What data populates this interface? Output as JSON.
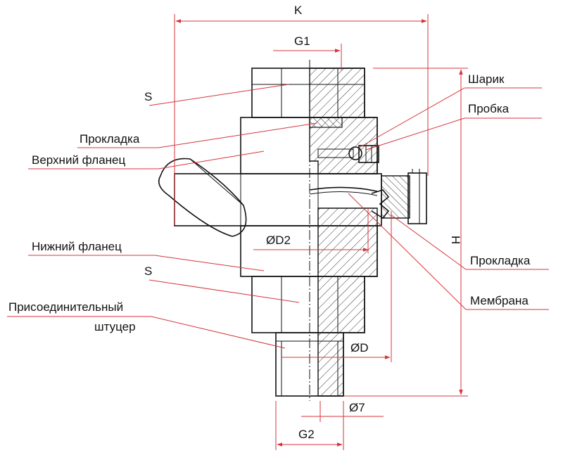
{
  "labels": {
    "s_top": "S",
    "gasket_upper": "Прокладка",
    "upper_flange": "Верхний фланец",
    "lower_flange": "Нижний фланец",
    "s_bottom": "S",
    "fitting_line1": "Присоединительный",
    "fitting_line2": "штуцер",
    "ball": "Шарик",
    "plug": "Пробка",
    "gasket_right": "Прокладка",
    "membrane": "Мембрана"
  },
  "dimensions": {
    "K": "K",
    "G1": "G1",
    "D2": "ØD2",
    "H": "H",
    "D": "ØD",
    "d7": "Ø7",
    "G2": "G2"
  },
  "colors": {
    "outline": "#111111",
    "leader": "#d5343c",
    "hatch": "#333333"
  }
}
